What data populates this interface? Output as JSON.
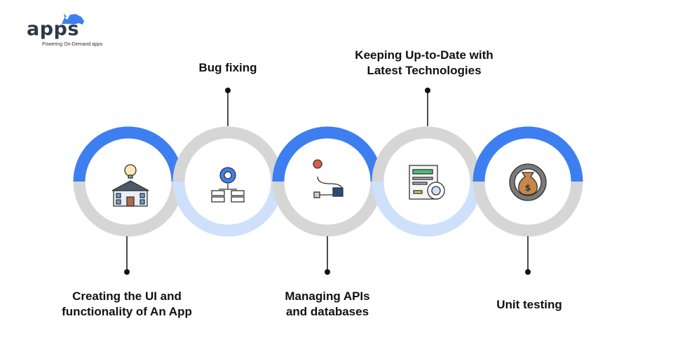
{
  "logo": {
    "word": "apps",
    "tagline": "Powering On-Demand apps"
  },
  "colors": {
    "blue": "#3d7ff0",
    "light_blue": "#cfe0fb",
    "gray": "#d6d6d6",
    "text": "#111111"
  },
  "steps": [
    {
      "label_line1": "Creating the UI and",
      "label_line2": "functionality of An App",
      "icon": "house-lightbulb-icon"
    },
    {
      "label_line1": "Bug fixing",
      "label_line2": "",
      "icon": "gear-server-icon"
    },
    {
      "label_line1": "Managing APIs",
      "label_line2": "and databases",
      "icon": "location-route-icon"
    },
    {
      "label_line1": "Keeping Up-to-Date with",
      "label_line2": "Latest Technologies",
      "icon": "document-gear-icon"
    },
    {
      "label_line1": "Unit testing",
      "label_line2": "",
      "icon": "money-bag-gear-icon"
    }
  ]
}
